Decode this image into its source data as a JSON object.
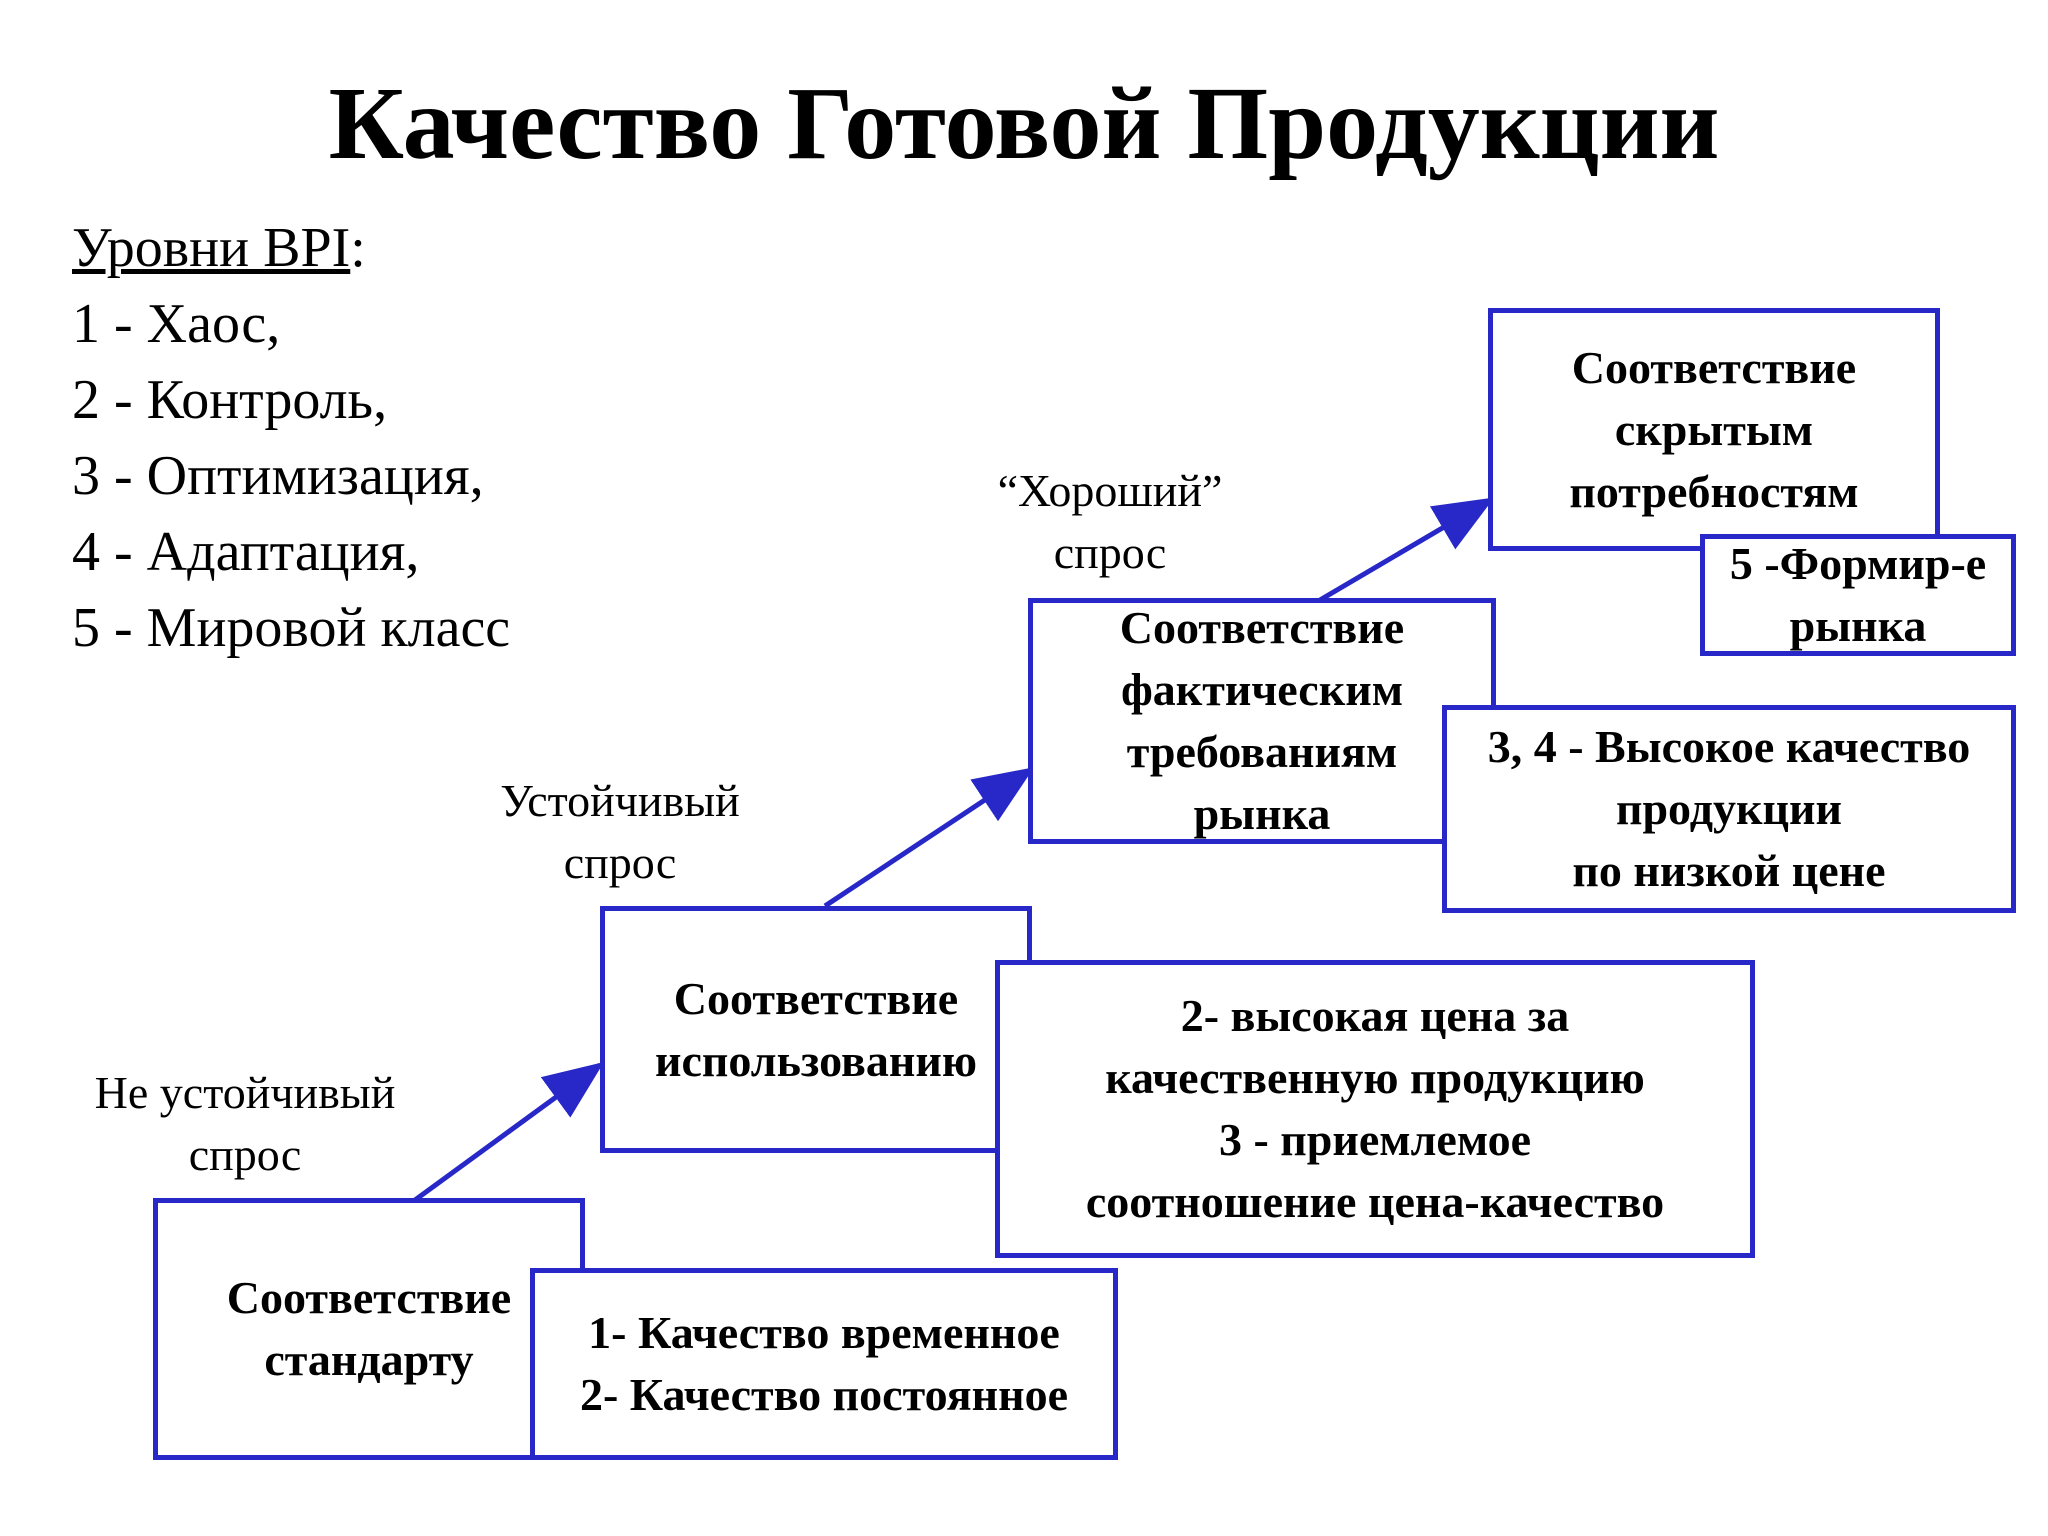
{
  "title": "Качество Готовой Продукции",
  "levels": {
    "heading": "Уровни BPI",
    "heading_suffix": ":",
    "items": [
      "1 - Хаос,",
      "2 - Контроль,",
      "3 - Оптимизация,",
      "4 - Адаптация,",
      "5 - Мировой класс"
    ]
  },
  "demand_labels": {
    "unstable": [
      "Не устойчивый",
      "спрос"
    ],
    "stable": [
      "Устойчивый",
      "спрос"
    ],
    "good": [
      "“Хороший”",
      "спрос"
    ]
  },
  "stages": [
    {
      "lines": [
        "Соответствие",
        "стандарту"
      ]
    },
    {
      "lines": [
        "Соответствие",
        "использованию"
      ]
    },
    {
      "lines": [
        "Соответствие",
        "фактическим",
        "требованиям",
        "рынка"
      ]
    },
    {
      "lines": [
        "Соответствие",
        "скрытым",
        "потребностям"
      ]
    }
  ],
  "notes": [
    {
      "lines": [
        "1- Качество временное",
        "2- Качество постоянное"
      ]
    },
    {
      "lines": [
        "2- высокая цена за",
        "качественную продукцию",
        "3 - приемлемое",
        "соотношение цена-качество"
      ]
    },
    {
      "lines": [
        "3, 4 - Высокое качество",
        "продукции",
        "по низкой цене"
      ]
    },
    {
      "lines": [
        "5 -Формир-е",
        "рынка"
      ]
    }
  ],
  "colors": {
    "border": "#2828c8",
    "arrow": "#2828c8"
  }
}
